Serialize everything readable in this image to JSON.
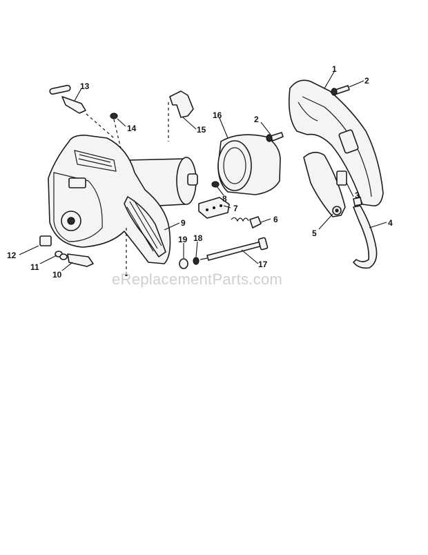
{
  "watermark": "eReplacementParts.com",
  "callouts": [
    {
      "id": "1",
      "label": "1"
    },
    {
      "id": "2a",
      "label": "2"
    },
    {
      "id": "2b",
      "label": "2"
    },
    {
      "id": "3",
      "label": "3"
    },
    {
      "id": "4",
      "label": "4"
    },
    {
      "id": "5",
      "label": "5"
    },
    {
      "id": "6",
      "label": "6"
    },
    {
      "id": "7",
      "label": "7"
    },
    {
      "id": "8",
      "label": "8"
    },
    {
      "id": "9",
      "label": "9"
    },
    {
      "id": "10",
      "label": "10"
    },
    {
      "id": "11",
      "label": "11"
    },
    {
      "id": "12",
      "label": "12"
    },
    {
      "id": "13",
      "label": "13"
    },
    {
      "id": "14",
      "label": "14"
    },
    {
      "id": "15",
      "label": "15"
    },
    {
      "id": "16",
      "label": "16"
    },
    {
      "id": "17",
      "label": "17"
    },
    {
      "id": "18",
      "label": "18"
    },
    {
      "id": "19",
      "label": "19"
    }
  ],
  "colors": {
    "line": "#1a1a1a",
    "fill": "#f4f4f4",
    "watermark": "#cfcfcf"
  }
}
